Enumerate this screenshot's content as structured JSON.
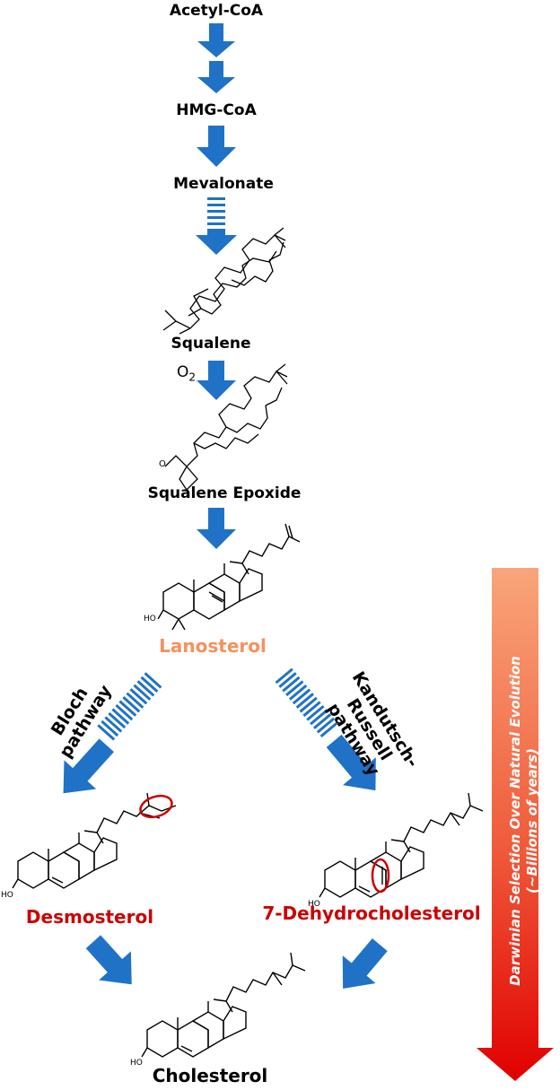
{
  "title": "",
  "nodes": {
    "acetyl_coa": "Acetyl-CoA",
    "hmg_coa": "HMG-CoA",
    "mevalonate": "Mevalonate",
    "squalene": "Squalene",
    "oxygen": "O",
    "oxygen_sub": "2",
    "squalene_epoxide": "Squalene Epoxide",
    "lanosterol": "Lanosterol",
    "desmosterol": "Desmosterol",
    "dehydrocholesterol": "7-Dehydrocholesterol",
    "cholesterol": "Cholesterol"
  },
  "pathways": {
    "bloch_line1": "Bloch",
    "bloch_line2": "pathway",
    "kr_line1": "Kandutsch-",
    "kr_line2": "Russell pathway"
  },
  "ho_label": "HO",
  "epoxide_o": "O",
  "evolution": {
    "line1": "Darwinian Selection Over Natural Evolution",
    "line2": "(~Billions of years)"
  },
  "colors": {
    "arrow_blue": "#1f72c6",
    "highlight_red": "#cc0000",
    "lanosterol_orange": "#f4915e",
    "gradient_top": "#f9a57a",
    "gradient_bottom": "#e00000"
  }
}
